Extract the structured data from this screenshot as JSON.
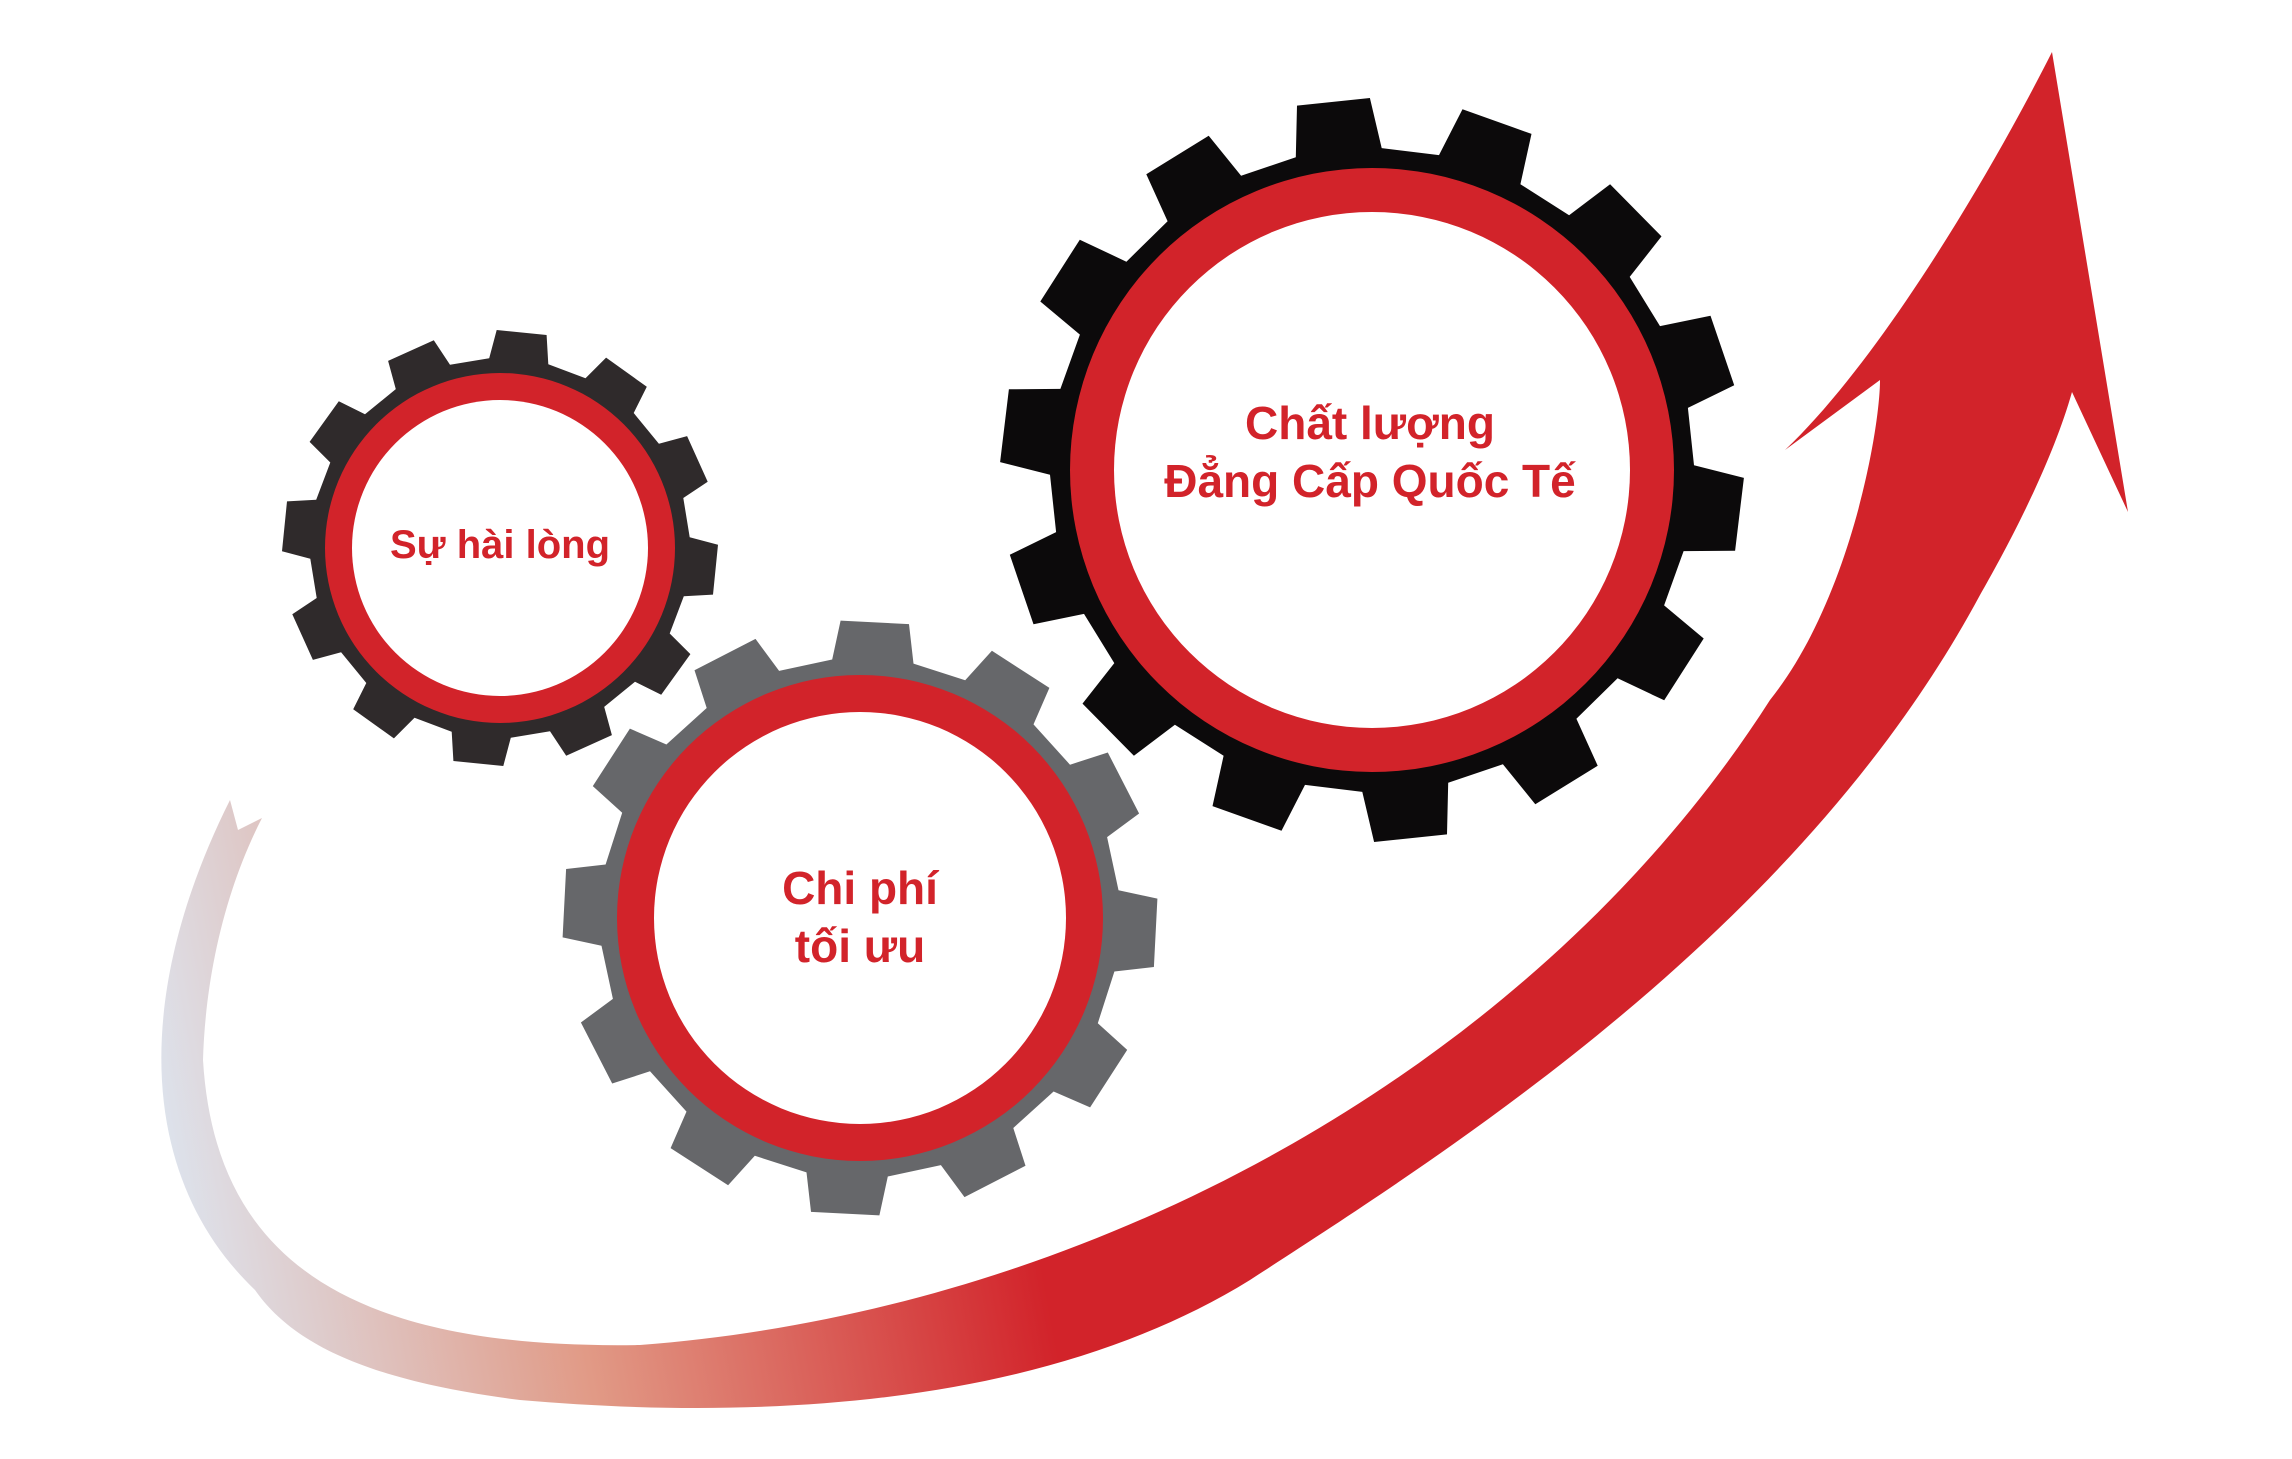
{
  "colors": {
    "background": "#ffffff",
    "accent_red": "#d2232a",
    "arrow_fade": "#dde4ee",
    "gear_small": "#2f2a2b",
    "gear_medium": "#66676a",
    "gear_large": "#0c0a0b",
    "circle_fill": "#ffffff"
  },
  "gears": {
    "satisfaction": {
      "lines": [
        "Sự hài lòng"
      ],
      "color_key": "gear_small",
      "teeth": 12
    },
    "cost": {
      "lines": [
        "Chi phí",
        "tối ưu"
      ],
      "color_key": "gear_medium",
      "teeth": 12
    },
    "quality": {
      "lines": [
        "Chất lượng",
        "Đẳng Cấp Quốc Tế"
      ],
      "color_key": "gear_large",
      "teeth": 14
    }
  },
  "arrow": {
    "direction": "up-right",
    "gradient": "light-to-red"
  }
}
